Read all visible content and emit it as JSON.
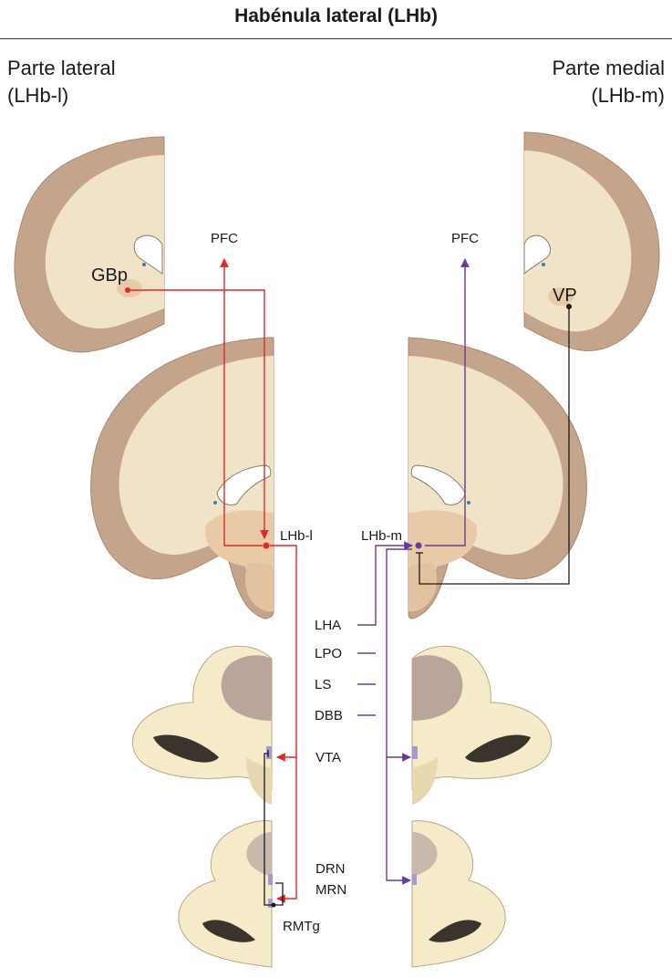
{
  "title": "Habénula lateral (LHb)",
  "left_heading": {
    "line1": "Parte lateral",
    "line2": "(LHb-l)"
  },
  "right_heading": {
    "line1": "Parte medial",
    "line2": "(LHb-m)"
  },
  "labels": {
    "gbp": "GBp",
    "pfc_left": "PFC",
    "pfc_right": "PFC",
    "vp": "VP",
    "lhb_l": "LHb-l",
    "lhb_m": "LHb-m",
    "lha": "LHA",
    "lpo": "LPO",
    "ls": "LS",
    "dbb": "DBB",
    "vta": "VTA",
    "drn": "DRN",
    "mrn": "MRN",
    "rmtg": "RMTg"
  },
  "colors": {
    "lateral_pathway": "#e3262b",
    "medial_pathway": "#6a3a9c",
    "other_pathway": "#1a1a1a",
    "cortex": "#c4a48a",
    "white_matter": "#f1e3c8",
    "deep_nuclei": "#e8cba6",
    "brainstem": "#f6ebc8"
  }
}
